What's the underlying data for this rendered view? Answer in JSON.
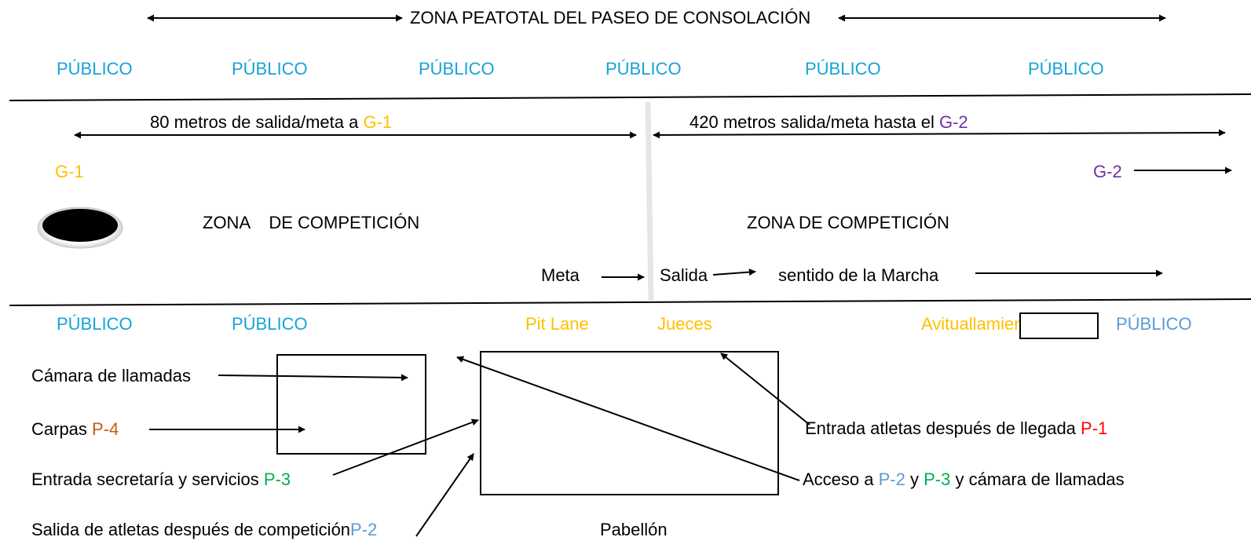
{
  "colors": {
    "publico": "#17a3d8",
    "publico_alt": "#5b9bd5",
    "g1": "#ffc000",
    "g2": "#7030a0",
    "orange": "#ffc000",
    "p4": "#c55a11",
    "p3": "#00b050",
    "p2": "#5b9bd5",
    "p1": "#ff0000"
  },
  "header": {
    "title": "ZONA PEATOTAL DEL PASEO DE CONSOLACIÓN"
  },
  "top_public": [
    "PÚBLICO",
    "PÚBLICO",
    "PÚBLICO",
    "PÚBLICO",
    "PÚBLICO",
    "PÚBLICO"
  ],
  "distances": {
    "left_text": "80 metros de salida/meta a ",
    "left_tag": "G-1",
    "right_text": "420 metros salida/meta hasta el ",
    "right_tag": "G-2"
  },
  "markers": {
    "g1": "G-1",
    "g2": "G-2"
  },
  "zones": {
    "left": "ZONA    DE COMPETICIÓN",
    "right": "ZONA DE COMPETICIÓN"
  },
  "track": {
    "meta": "Meta",
    "salida": "Salida",
    "direction": "sentido de la Marcha"
  },
  "bottom_row": {
    "public_1": "PÚBLICO",
    "public_2": "PÚBLICO",
    "pit_lane": "Pit Lane",
    "jueces": "Jueces",
    "avituallamiento": "Avituallamien",
    "public_3": "PÚBLICO"
  },
  "labels": {
    "camara": "Cámara de llamadas",
    "carpas": "Carpas ",
    "carpas_tag": "P-4",
    "secretaria": "Entrada secretaría y servicios ",
    "secretaria_tag": "P-3",
    "salida_atletas": "Salida de atletas después de competición",
    "salida_atletas_tag": "P-2",
    "pabellon": "Pabellón",
    "entrada_atletas": "Entrada atletas después de llegada ",
    "entrada_atletas_tag": "P-1",
    "acceso_a": "Acceso a ",
    "acceso_p2": "P-2",
    "acceso_y": " y ",
    "acceso_p3": "P-3",
    "acceso_rest": " y cámara de llamadas"
  }
}
